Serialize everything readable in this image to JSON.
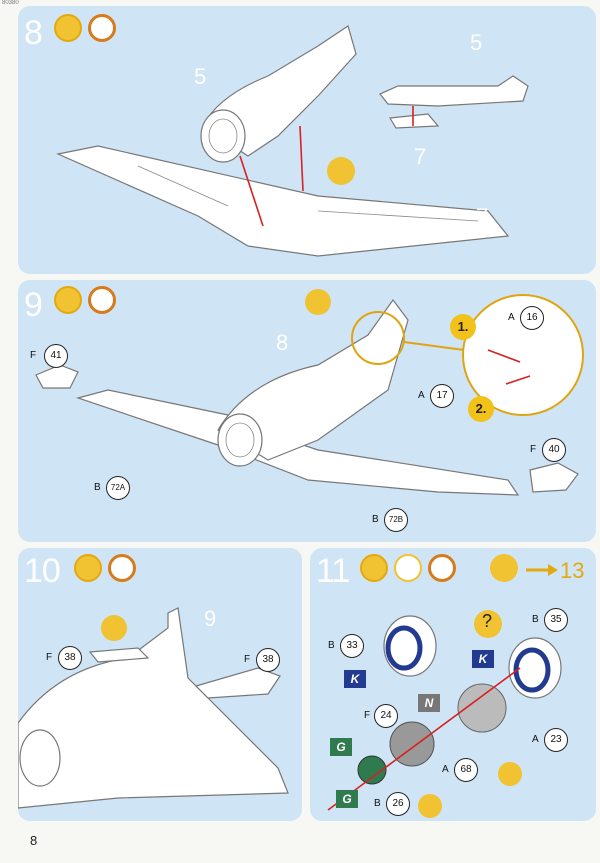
{
  "header": {
    "code": "80380"
  },
  "page_number": "8",
  "colors": {
    "panel": "#cfe4f5",
    "paint": "#f1c232",
    "clock_ring": "#d87a1a",
    "arrow": "#d82020",
    "flag_k": "#223a8f",
    "flag_g": "#2f7a4f"
  },
  "steps": [
    {
      "number": "8",
      "icons": [
        "glue-icon",
        "drying-clock-icon"
      ],
      "parts": {
        "fuselage_main": "5",
        "fuselage_small": "5",
        "wing_small": "7",
        "wing_main": "7"
      }
    },
    {
      "number": "9",
      "icons": [
        "glue-icon",
        "drying-clock-icon"
      ],
      "parts": {
        "assembly": "8"
      },
      "callouts": [
        {
          "letter": "F",
          "num": "41"
        },
        {
          "letter": "B",
          "num": "72A"
        },
        {
          "letter": "B",
          "num": "72B"
        },
        {
          "letter": "F",
          "num": "40"
        },
        {
          "letter": "A",
          "num": "16"
        },
        {
          "letter": "A",
          "num": "17"
        }
      ],
      "substeps": [
        "1.",
        "2."
      ]
    },
    {
      "number": "10",
      "icons": [
        "glue-icon",
        "drying-clock-icon"
      ],
      "parts": {
        "assembly": "9"
      },
      "callouts": [
        {
          "letter": "F",
          "num": "38"
        },
        {
          "letter": "F",
          "num": "38"
        }
      ]
    },
    {
      "number": "11",
      "icons": [
        "glue-icon",
        "paint-brush-icon",
        "drying-clock-icon",
        "parts-box-icon"
      ],
      "goto": "13",
      "callouts": [
        {
          "letter": "B",
          "num": "33"
        },
        {
          "letter": "B",
          "num": "35"
        },
        {
          "letter": "F",
          "num": "24"
        },
        {
          "letter": "A",
          "num": "23"
        },
        {
          "letter": "A",
          "num": "68"
        },
        {
          "letter": "B",
          "num": "26"
        }
      ],
      "flags": {
        "k1": "K",
        "k2": "K",
        "n": "N",
        "g1": "G",
        "g2": "G"
      },
      "question": "?"
    }
  ]
}
